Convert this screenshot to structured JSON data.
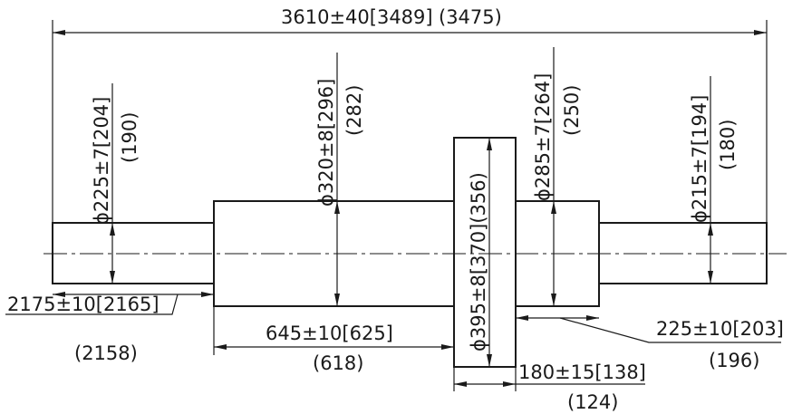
{
  "overall_length": {
    "label": "3610±40[3489]",
    "alt": "(3475)"
  },
  "sections": [
    {
      "id": "left-journal",
      "diameter": "ϕ225±7[204]",
      "alt": "(190)",
      "length": "2175±10[2165]",
      "length_alt": "(2158)"
    },
    {
      "id": "main-body",
      "diameter": "ϕ320±8[296]",
      "alt": "(282)",
      "length": "645±10[625]",
      "length_alt": "(618)"
    },
    {
      "id": "collar",
      "diameter": "ϕ395±8[370](356)",
      "length": "180±15[138]",
      "length_alt": "(124)"
    },
    {
      "id": "right-step",
      "diameter": "ϕ285±7[264]",
      "alt": "(250)",
      "length": "225±10[203]",
      "length_alt": "(196)"
    },
    {
      "id": "right-journal",
      "diameter": "ϕ215±7[194]",
      "alt": "(180)"
    }
  ]
}
